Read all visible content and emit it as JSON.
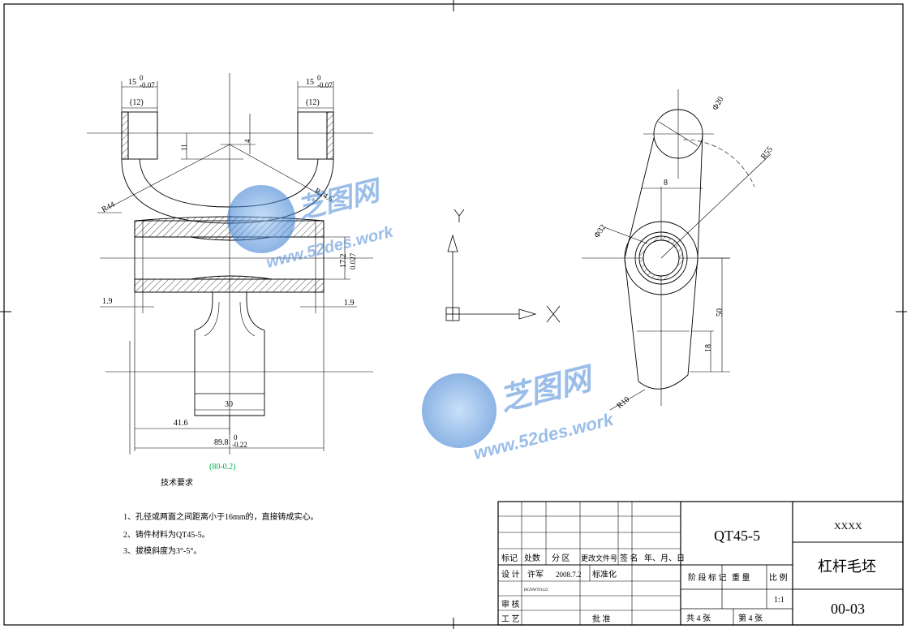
{
  "drawing": {
    "front_view": {
      "dim_top_left": "15",
      "dim_top_left_tol_upper": "0",
      "dim_top_left_tol_lower": "-0.07",
      "dim_top_left_ref": "(12)",
      "dim_top_right": "15",
      "dim_top_right_tol_upper": "0",
      "dim_top_right_tol_lower": "-0.07",
      "dim_top_right_ref": "(12)",
      "dim_11": "11",
      "dim_4": "4",
      "dim_r44": "R44",
      "dim_r24": "R24.6",
      "dim_17": "17.2",
      "dim_17_tol": "0.027",
      "dim_19_left": "1.9",
      "dim_19_right": "1.9",
      "dim_30": "30",
      "dim_416": "41.6",
      "dim_898": "89.8",
      "dim_898_tol_upper": "0",
      "dim_898_tol_lower": "-0.22",
      "dim_green": "(80-0.2)"
    },
    "side_view": {
      "dim_phi20": "Φ20",
      "dim_r55": "R55",
      "dim_8": "8",
      "dim_phi32": "Φ32",
      "dim_50": "50",
      "dim_18": "18",
      "dim_r10": "R10"
    },
    "ucs": {
      "y": "Y",
      "x": "X"
    }
  },
  "notes": {
    "heading": "技术要求",
    "items": [
      "1、孔径或两面之间距离小于16mm的，直接铸成实心。",
      "2、铸件材料为QT45-5。",
      "3、拔模斜度为3°-5°。"
    ]
  },
  "title_block": {
    "material": "QT45-5",
    "company": "XXXX",
    "part_name": "杠杆毛坯",
    "drawing_no": "00-03",
    "headers": [
      "标记",
      "处数",
      "分 区",
      "更改文件号",
      "签 名",
      "年、月、日"
    ],
    "design_label": "设 计",
    "designer": "许军",
    "design_date": "2008.7.2",
    "standardize_label": "标准化",
    "small_code": "HGNWTO122",
    "review_label": "审 核",
    "process_label": "工 艺",
    "approve_label": "批 准",
    "stage_label": "阶 段 标 记",
    "weight_label": "重 量",
    "scale_label": "比 例",
    "scale": "1:1",
    "sheets_total": "共 4  张",
    "sheet_num": "第  4 张"
  },
  "watermark": {
    "cn": "芝图网",
    "url": "www.52des.work"
  },
  "colors": {
    "line": "#000000",
    "green_dim": "#00b050",
    "watermark": "#4a8ad8"
  }
}
